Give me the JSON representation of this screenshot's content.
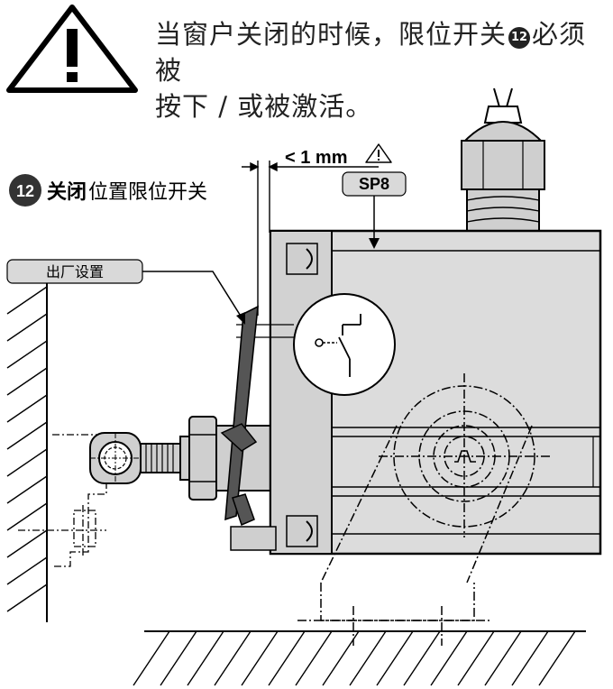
{
  "warning": {
    "line1_before": "当窗户关闭的时候，限位开关",
    "badge": "12",
    "line1_after": "必须被",
    "line2": "按下 / 或被激活。"
  },
  "labels": {
    "gap": "< 1 mm",
    "sp8": "SP8",
    "switch_badge": "12",
    "switch_bold": "关闭",
    "switch_rest": "位置限位开关",
    "factory": "出厂设置"
  },
  "colors": {
    "motor_fill": "#dcdcdc",
    "label_fill": "#d9d9d9",
    "badge_fill": "#333333",
    "line": "#000000"
  }
}
